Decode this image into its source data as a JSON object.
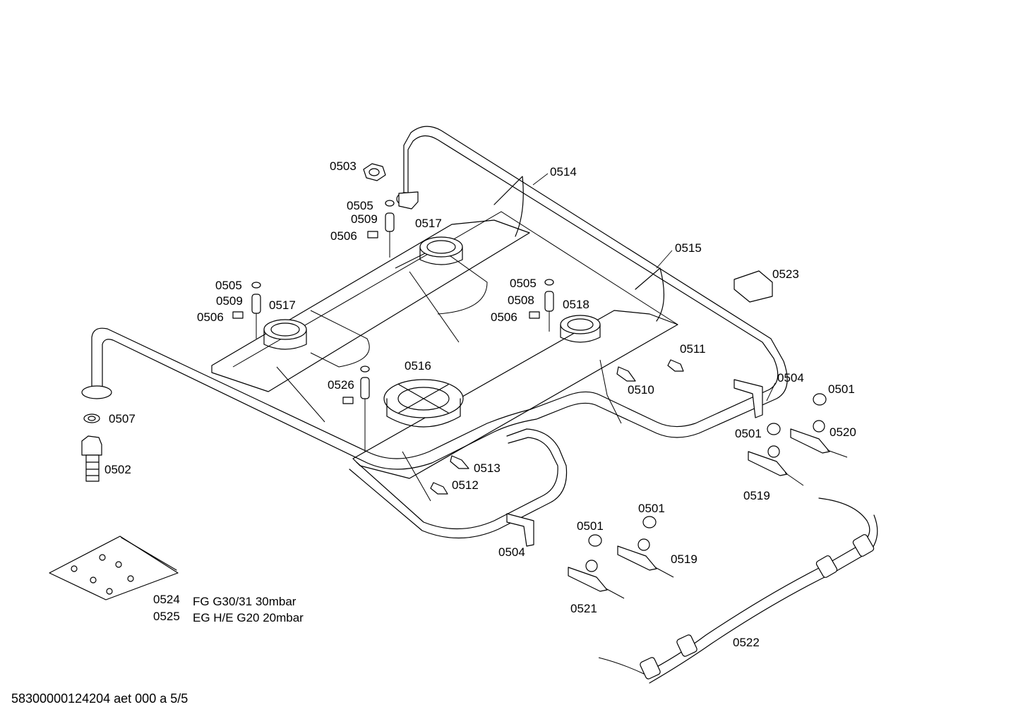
{
  "labels": {
    "p0503": "0503",
    "p0514": "0514",
    "p0505a": "0505",
    "p0509a": "0509",
    "p0506a": "0506",
    "p0517a": "0517",
    "p0515": "0515",
    "p0523": "0523",
    "p0505b": "0505",
    "p0509b": "0509",
    "p0506b": "0506",
    "p0517b": "0517",
    "p0505c": "0505",
    "p0508": "0508",
    "p0506c": "0506",
    "p0518": "0518",
    "p0511": "0511",
    "p0516": "0516",
    "p0526": "0526",
    "p0510": "0510",
    "p0504a": "0504",
    "p0501a": "0501",
    "p0507": "0507",
    "p0501b": "0501",
    "p0520": "0520",
    "p0502": "0502",
    "p0513": "0513",
    "p0519a": "0519",
    "p0512": "0512",
    "p0501c": "0501",
    "p0501d": "0501",
    "p0504b": "0504",
    "p0519b": "0519",
    "p0524": "0524",
    "p0525": "0525",
    "p0521": "0521",
    "p0522": "0522"
  },
  "legend": {
    "line1": "FG G30/31 30mbar",
    "line2": "EG H/E G20 20mbar"
  },
  "footer": {
    "code": "58300000124204 aet 000 a 5/5"
  }
}
